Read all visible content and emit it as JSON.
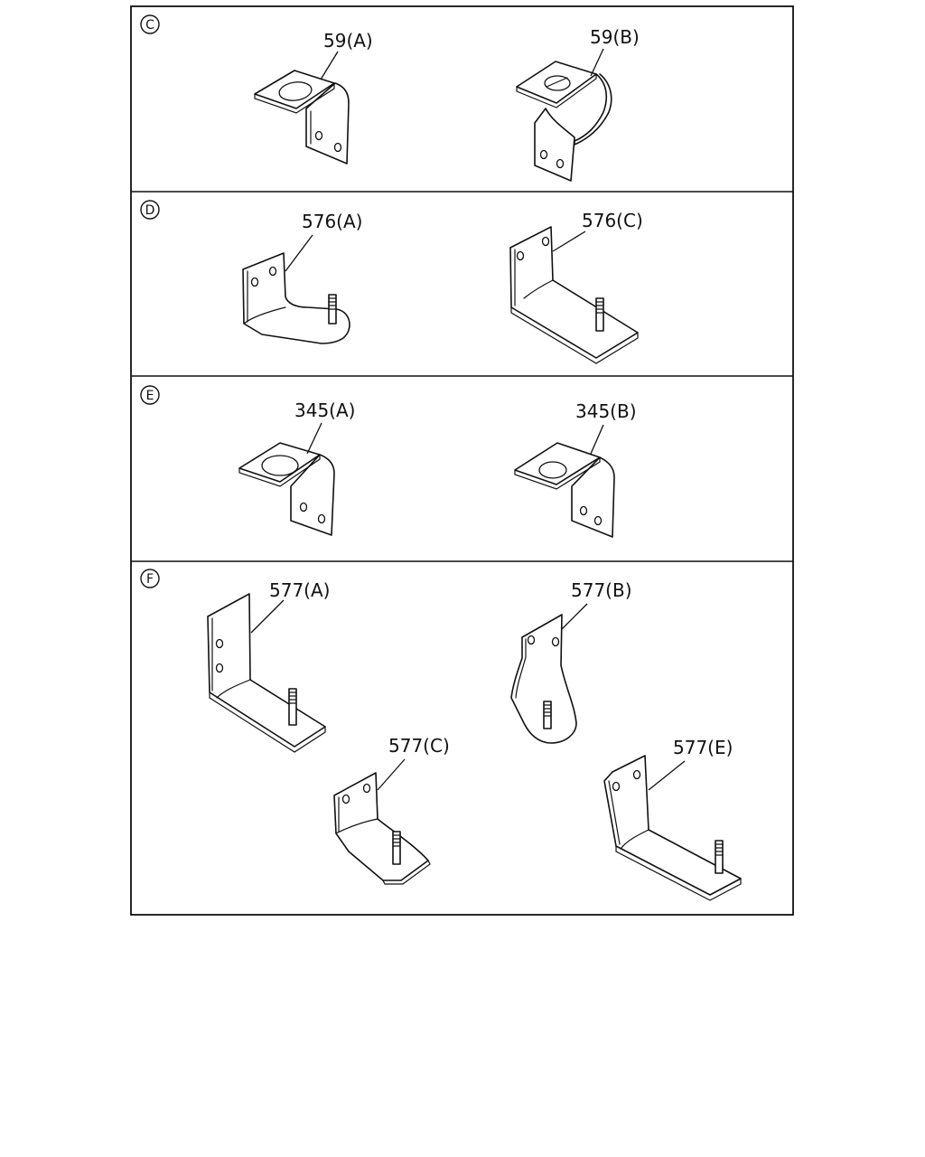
{
  "sections": [
    {
      "letter": "C",
      "parts": [
        "59(A)",
        "59(B)"
      ]
    },
    {
      "letter": "D",
      "parts": [
        "576(A)",
        "576(C)"
      ]
    },
    {
      "letter": "E",
      "parts": [
        "345(A)",
        "345(B)"
      ]
    },
    {
      "letter": "F",
      "parts": [
        "577(A)",
        "577(B)",
        "577(C)",
        "577(E)"
      ]
    }
  ],
  "colors": {
    "line": "#111111",
    "background": "#ffffff"
  }
}
